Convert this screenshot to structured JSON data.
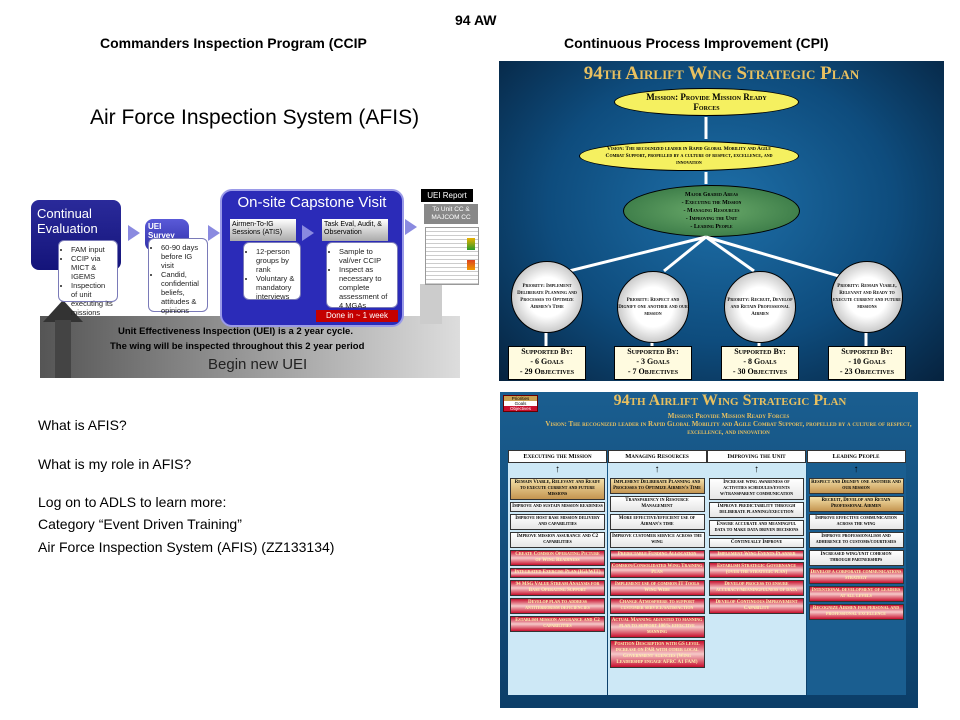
{
  "header": {
    "org": "94 AW",
    "left_title": "Commanders Inspection Program (CCIP",
    "right_title": "Continuous Process Improvement (CPI)"
  },
  "afis": {
    "title": "Air Force Inspection System (AFIS)",
    "continual": {
      "title": "Continual Evaluation",
      "bullets": [
        "FAM input",
        "CCIP via MICT & IGEMS",
        "Inspection of unit executing its missions"
      ]
    },
    "survey": {
      "title": "UEI Survey",
      "bullets": [
        "60-90 days before IG visit",
        "Candid, confidential beliefs, attitudes & opinions"
      ]
    },
    "capstone": {
      "title": "On-site Capstone Visit",
      "atis_title": "Airmen-To-IG Sessions (ATIS)",
      "atis_bullets": [
        "12-person groups by rank",
        "Voluntary & mandatory interviews"
      ],
      "task_title": "Task Eval, Audit, & Observation",
      "task_bullets": [
        "Sample to val/ver CCIP",
        "Inspect as necessary to complete assessment of 4 MGAs"
      ],
      "done": "Done in ~ 1 week"
    },
    "report": {
      "title": "UEI Report",
      "to": "To Unit CC & MAJCOM CC"
    },
    "cycle_line1": "Unit Effectiveness Inspection (UEI) is a 2 year cycle.",
    "cycle_line2": "The wing will be inspected throughout this 2 year period",
    "begin": "Begin new UEI"
  },
  "questions": [
    "What is AFIS?",
    "What is my role in AFIS?"
  ],
  "adls": {
    "line1": "Log on to ADLS to learn more:",
    "line2": "Category “Event Driven Training”",
    "line3": "Air Force Inspection System (AFIS) (ZZ133134)"
  },
  "plan1": {
    "title": "94th Airlift Wing Strategic Plan",
    "mission": "Mission: Provide Mission Ready Forces",
    "vision": "Vision: The recognized leader in Rapid Global Mobility and Agile Combat Support, propelled by a culture of respect, excellence, and innovation",
    "mga": [
      "Major Graded Areas",
      "- Executing the Mission",
      "- Managing Resources",
      "- Improving the Unit",
      "- Leading People"
    ],
    "priorities": [
      {
        "text": "Priority: Implement Deliberate Planning and Processes to Optimize Airmen's Time",
        "goals": "- 6 Goals",
        "objectives": "- 29 Objectives"
      },
      {
        "text": "Priority: Respect and Dignify one another and our mission",
        "goals": "- 3 Goals",
        "objectives": "- 7 Objectives"
      },
      {
        "text": "Priority: Recruit, Develop and Retain Professional Airmen",
        "goals": "- 8 Goals",
        "objectives": "- 30 Objectives"
      },
      {
        "text": "Priority: Remain Viable, Relevant and Ready to execute current and future missions",
        "goals": "- 10 Goals",
        "objectives": "- 23 Objectives"
      }
    ],
    "supported": "Supported By:"
  },
  "plan2": {
    "title": "94th Airlift Wing Strategic Plan",
    "legend": [
      "Priorities",
      "Goals",
      "Objectives"
    ],
    "mission": "Mission: Provide Mission Ready Forces",
    "vision": "Vision: The recognized leader in Rapid Global Mobility and Agile Combat Support, propelled by a culture of respect, excellence, and innovation",
    "columns": [
      {
        "title": "Executing the Mission",
        "items": [
          {
            "t": "p",
            "text": "Remain Viable, Relevant and Ready to execute current and future missions"
          },
          {
            "t": "g",
            "text": "Improve and sustain mission readiness"
          },
          {
            "t": "g",
            "text": "Improve host base mission delivery and capabilities"
          },
          {
            "t": "g",
            "text": "Improve mission assurance and C2 capabilities"
          },
          {
            "t": "o",
            "text": "Create Common Operating Picture of Wing Readiness"
          },
          {
            "t": "o",
            "text": "Integrated Exercise Plan (IGI/WIT)"
          },
          {
            "t": "o",
            "text": "94 MSG Value Stream Analysis for Base Operating Support"
          },
          {
            "t": "o",
            "text": "Develop plan to address antiterrorism deficiencies"
          },
          {
            "t": "o",
            "text": "Establish mission assurance and C2 capabilities"
          }
        ]
      },
      {
        "title": "Managing Resources",
        "items": [
          {
            "t": "p",
            "text": "Implement Deliberate Planning and Processes to Optimize Airmen's Time"
          },
          {
            "t": "g",
            "text": "Transparency in Resource Management"
          },
          {
            "t": "g",
            "text": "More effective/efficient use of Airman's time"
          },
          {
            "t": "g",
            "text": "Improve customer service across the wing"
          },
          {
            "t": "o",
            "text": "Predictable Funding Allocation"
          },
          {
            "t": "o",
            "text": "Common/Consolidated Wing Training Plan"
          },
          {
            "t": "o",
            "text": "Implement use of common IT Tools Wing Wide"
          },
          {
            "t": "o",
            "text": "Change Atmosphere to support customer service/satisfaction"
          },
          {
            "t": "o",
            "text": "Actual Manning adjusted to manning plan to support 100% effective manning"
          },
          {
            "t": "o",
            "text": "Position Description with GS level increase on PAR with other local Government agencies (Wing Leadership engage AFRC A1 FAM)"
          }
        ]
      },
      {
        "title": "Improving the Unit",
        "items": [
          {
            "t": "g",
            "text": "Increase wing awareness of activities schedules/events w/transparent communication"
          },
          {
            "t": "g",
            "text": "Improve predictability through deliberate planning/execution"
          },
          {
            "t": "g",
            "text": "Ensure accurate and meaningful data to make data driven decisions"
          },
          {
            "t": "g",
            "text": "Continually Improve"
          },
          {
            "t": "o",
            "text": "Implement Wing Events Planner"
          },
          {
            "t": "o",
            "text": "Establish Strategic Governance (over the strategic plan)"
          },
          {
            "t": "o",
            "text": "Develop process to ensure accuracy/meaningfulness of data"
          },
          {
            "t": "o",
            "text": "Develop Continuous Improvement Capability"
          }
        ]
      },
      {
        "title": "Leading People",
        "items": [
          {
            "t": "p",
            "text": "Respect and Dignify one another and our mission"
          },
          {
            "t": "p",
            "text": "Recruit, Develop and Retain Professional Airmen"
          },
          {
            "t": "g",
            "text": "Improve effective communication across the wing"
          },
          {
            "t": "g",
            "text": "Improve professionalism and adherence to customs/courtesies"
          },
          {
            "t": "g",
            "text": "Increased wing/unit cohesion through partnerships"
          },
          {
            "t": "o",
            "text": "Develop a corporate communications strategy"
          },
          {
            "t": "o",
            "text": "Intentional development of leaders at all levels"
          },
          {
            "t": "o",
            "text": "Recognize Airmen for personal and professional excellence"
          }
        ]
      }
    ]
  }
}
